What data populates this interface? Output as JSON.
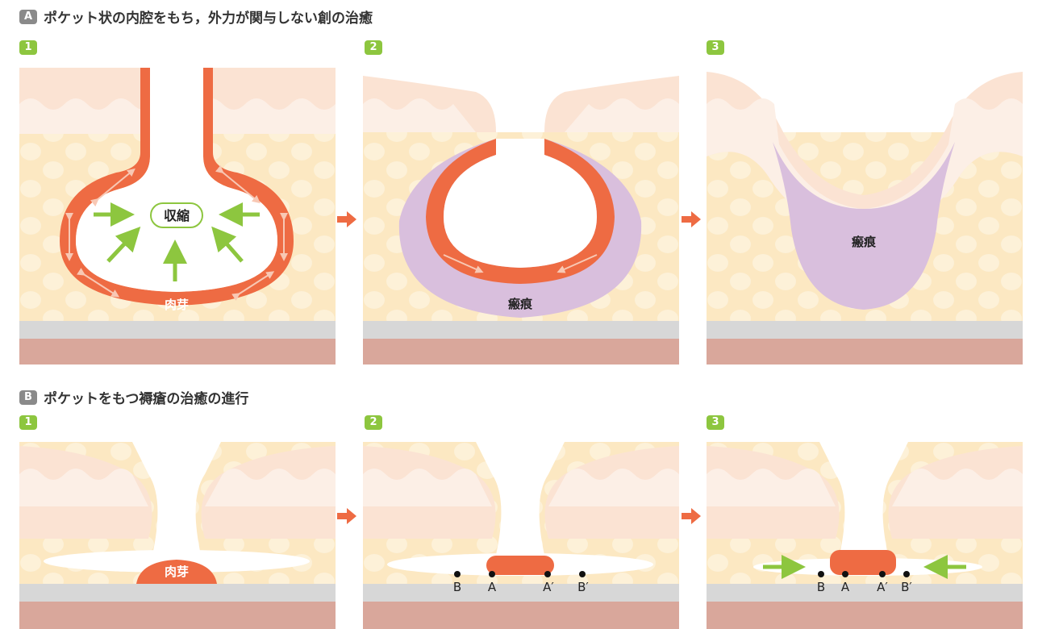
{
  "section_a": {
    "badge": "A",
    "title": "ポケット状の内腔をもち，外力が関与しない創の治癒",
    "steps": [
      "1",
      "2",
      "3"
    ],
    "label_shrink": "収縮",
    "label_granulation": "肉芽",
    "label_scar": "瘢痕"
  },
  "section_b": {
    "badge": "B",
    "title": "ポケットをもつ褥瘡の治癒の進行",
    "steps": [
      "1",
      "2",
      "3"
    ],
    "label_granulation": "肉芽",
    "point_b": "B",
    "point_a": "A",
    "point_a_prime": "A′",
    "point_b_prime": "B′"
  },
  "colors": {
    "epidermis": "#fbe3d3",
    "dermis_wave": "#fcefe6",
    "fat": "#fce8c2",
    "fat_dot": "#fdf1d8",
    "muscle_gray": "#d7d7d7",
    "muscle": "#d9a79b",
    "granulation": "#ee6b43",
    "scar": "#d9bfdd",
    "green": "#8dc63f",
    "step_arrow": "#ee6b43"
  }
}
